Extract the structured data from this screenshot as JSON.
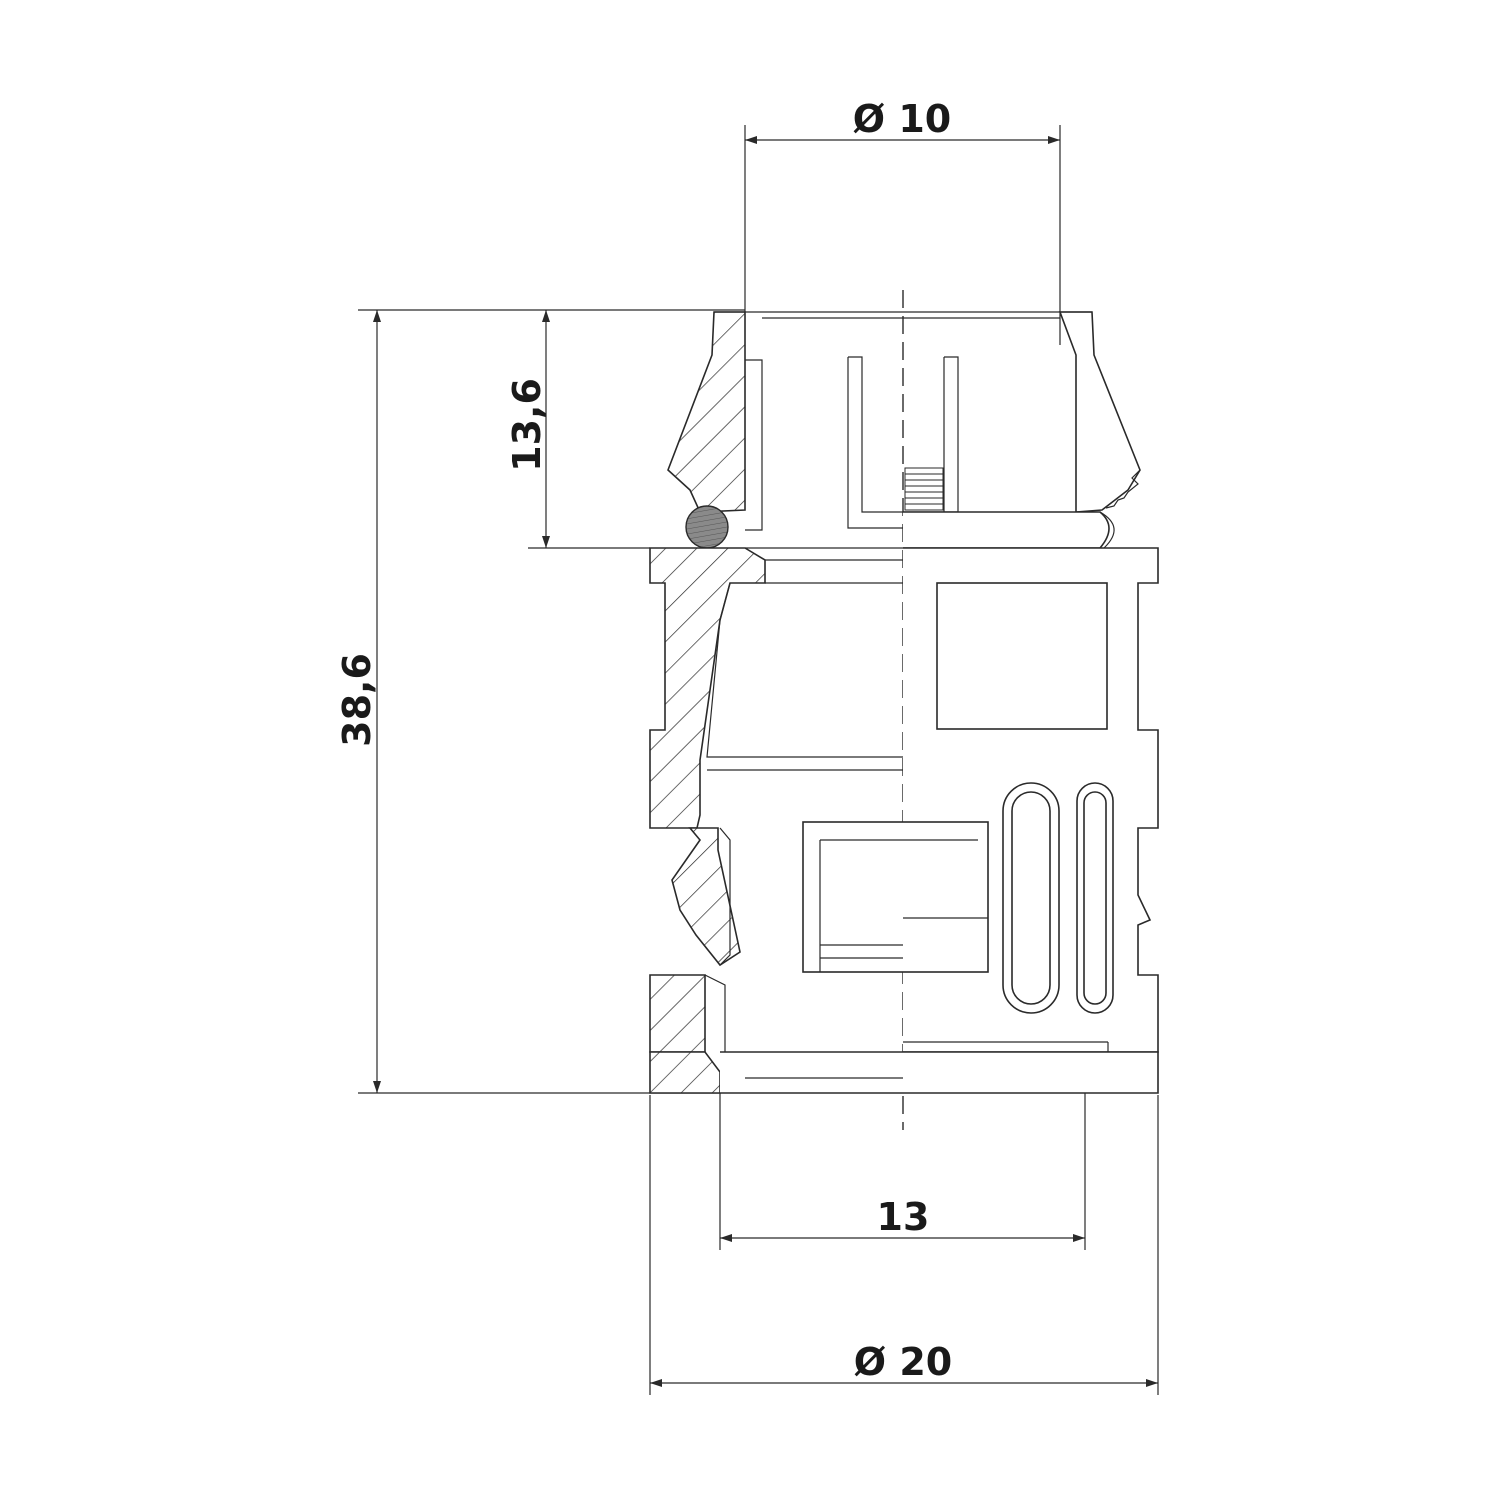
{
  "dimensions": {
    "top_diameter": "Ø 10",
    "bottom_diameter": "Ø 20",
    "inner_width": "13",
    "upper_height": "13,6",
    "total_height": "38,6"
  },
  "colors": {
    "line": "#2a2a2a",
    "text": "#1a1a1a",
    "oring": "#8a8a8a"
  }
}
